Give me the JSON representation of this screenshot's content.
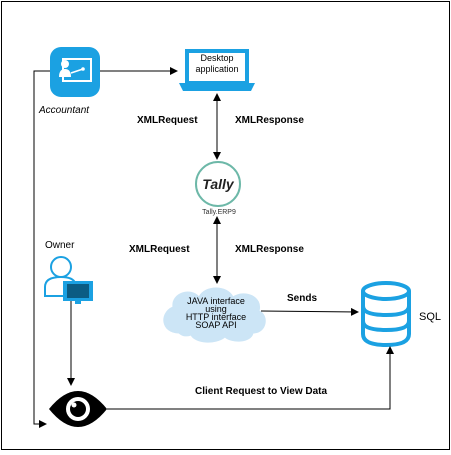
{
  "nodes": {
    "accountant": {
      "label": "Accountant",
      "icon": "accountant-computer-icon"
    },
    "desktop": {
      "label_line1": "Desktop",
      "label_line2": "application",
      "icon": "laptop-icon"
    },
    "tally": {
      "logo_text": "Tally",
      "caption": "Tally.ERP9",
      "icon": "tally-logo-icon"
    },
    "owner": {
      "label": "Owner",
      "icon": "user-computer-icon"
    },
    "java": {
      "line1": "JAVA interface",
      "line2": "using",
      "line3": "HTTP interface",
      "line4": "SOAP API",
      "icon": "cloud-icon"
    },
    "sql": {
      "label": "SQL",
      "icon": "database-icon"
    },
    "viewer": {
      "icon": "eye-icon"
    }
  },
  "edges": {
    "xml_request_1": "XMLRequest",
    "xml_response_1": "XMLResponse",
    "xml_request_2": "XMLRequest",
    "xml_response_2": "XMLResponse",
    "sends": "Sends",
    "client_request": "Client Request to View Data"
  },
  "colors": {
    "accent_blue": "#1ba1e2",
    "cloud_fill": "#cce5f6",
    "line": "#000000",
    "frame": "#000000"
  }
}
